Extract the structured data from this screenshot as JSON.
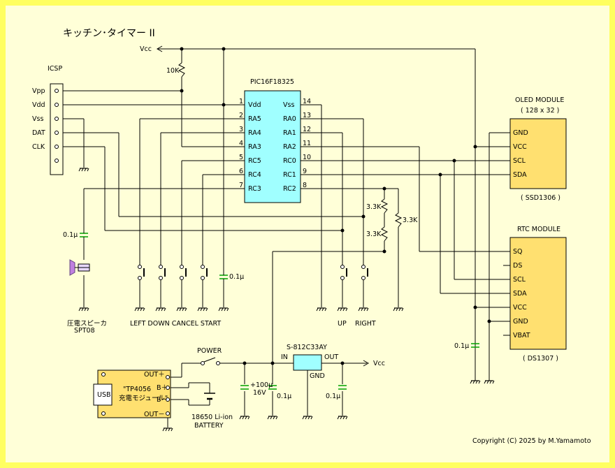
{
  "title": "キッチン･タイマー II",
  "vcc_top": "Vcc",
  "r_pullup": "10K",
  "icsp": {
    "label": "ICSP",
    "pins": [
      "Vpp",
      "Vdd",
      "Vss",
      "DAT",
      "CLK"
    ]
  },
  "mcu": {
    "name": "PIC16F18325",
    "left_pins": [
      {
        "num": "1",
        "name": "Vdd"
      },
      {
        "num": "2",
        "name": "RA5"
      },
      {
        "num": "3",
        "name": "RA4"
      },
      {
        "num": "4",
        "name": "RA3"
      },
      {
        "num": "5",
        "name": "RC5"
      },
      {
        "num": "6",
        "name": "RC4"
      },
      {
        "num": "7",
        "name": "RC3"
      }
    ],
    "right_pins": [
      {
        "num": "14",
        "name": "Vss"
      },
      {
        "num": "13",
        "name": "RA0"
      },
      {
        "num": "12",
        "name": "RA1"
      },
      {
        "num": "11",
        "name": "RA2"
      },
      {
        "num": "10",
        "name": "RC0"
      },
      {
        "num": "9",
        "name": "RC1"
      },
      {
        "num": "8",
        "name": "RC2"
      }
    ]
  },
  "oled": {
    "title": "OLED MODULE",
    "subtitle": "( 128 x 32 )",
    "chip": "( SSD1306 )",
    "pins": [
      "GND",
      "VCC",
      "SCL",
      "SDA"
    ]
  },
  "rtc": {
    "title": "RTC MODULE",
    "chip": "( DS1307 )",
    "pins": [
      "SQ",
      "DS",
      "SCL",
      "SDA",
      "VCC",
      "GND",
      "VBAT"
    ]
  },
  "resistors": {
    "r1": "3.3K",
    "r2": "3.3K",
    "r3": "3.3K"
  },
  "caps": {
    "c_spk": "0.1μ",
    "c_mcu": "0.1μ",
    "c_rtc": "0.1μ",
    "c_in": "0.1μ",
    "c_out": "0.1μ",
    "c_el1": "+100μ",
    "c_el2": "16V"
  },
  "speaker": {
    "line1": "圧電スピーカ",
    "line2": "SPT08"
  },
  "buttons_left": "LEFT DOWN CANCEL START",
  "btn_up": "UP",
  "btn_right": "RIGHT",
  "power": "POWER",
  "regulator": {
    "name": "S-812C33AY",
    "in": "IN",
    "out": "OUT",
    "gnd": "GND"
  },
  "vcc_out": "Vcc",
  "charger": {
    "usb": "USB",
    "line1": "\"TP4056",
    "line2": "充電モジュール\"",
    "out_plus": "OUT＋",
    "b_plus": "B＋",
    "b_minus": "B－",
    "out_minus": "OUT－"
  },
  "battery": {
    "line1": "18650 Li-ion",
    "line2": "BATTERY"
  },
  "copyright": "Copyright (C) 2025   by M.Yamamoto"
}
